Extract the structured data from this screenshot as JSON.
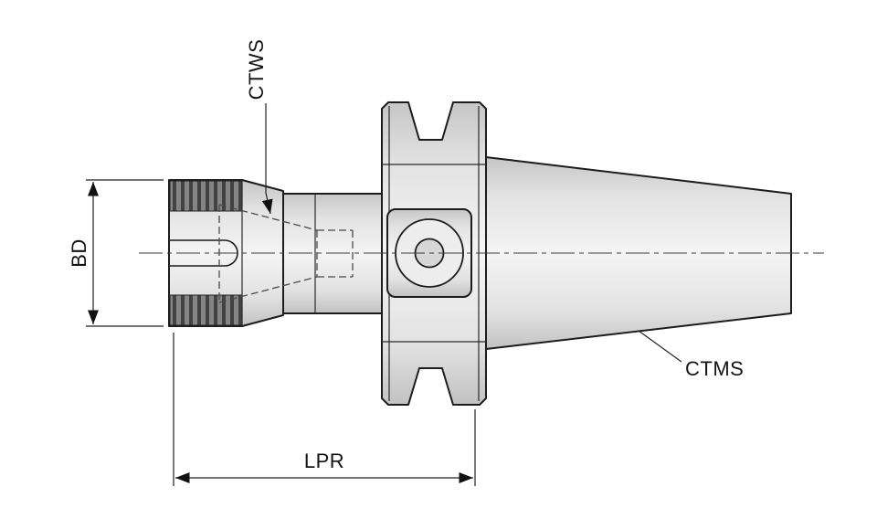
{
  "drawing": {
    "title": "Collet chuck tool holder - side view technical drawing",
    "labels": {
      "ctws": "CTWS",
      "bd": "BD",
      "lpr": "LPR",
      "ctms": "CTMS"
    },
    "colors": {
      "background": "#ffffff",
      "outline": "#1c1c1c",
      "body_light": "#f4f4f4",
      "body_mid": "#e2e2e2",
      "body_dark": "#c6c6c6",
      "knurl_base": "#858585",
      "knurl_stripe": "#424242",
      "hidden_line": "#4a4a4a",
      "dimension_line": "#222222"
    }
  }
}
